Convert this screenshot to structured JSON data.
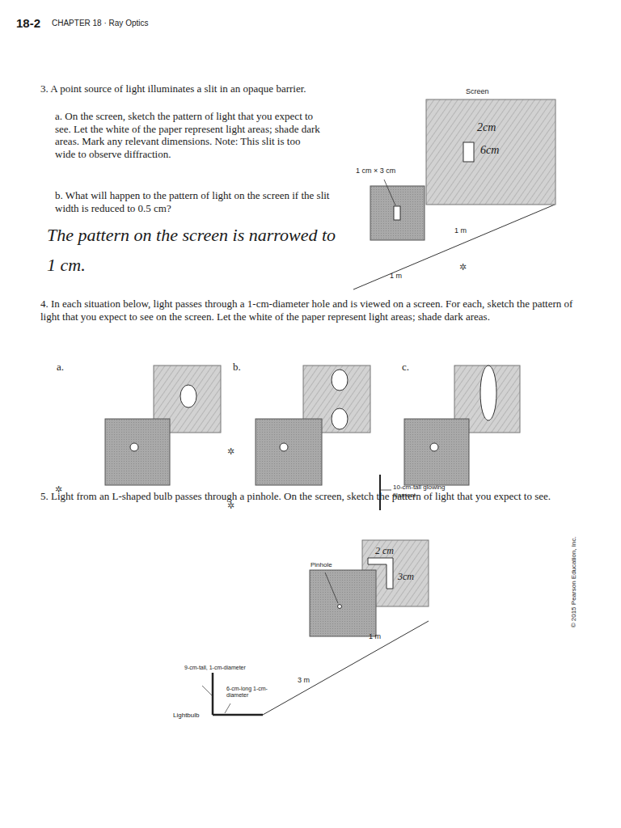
{
  "diagram": {
    "labels": [
      "18-2",
      "CHAPTER 18 · Ray Optics",
      "3. A point source of light illuminates a slit in an opaque barrier.",
      "a. On the screen, sketch the pattern of light that you expect to see. Let the white of the paper represent light areas; shade dark areas. Mark any relevant dimensions. Note: This slit is too wide to observe diffraction.",
      "b. What will happen to the pattern of light on the screen if the slit width is reduced to 0.5 cm?",
      "The pattern on the screen is narrowed to 1 cm.",
      "Screen",
      "2cm",
      "6cm",
      "1 cm × 3 cm",
      "1 m",
      "1 m",
      "4. In each situation below, light passes through a 1-cm-diameter hole and is viewed on a screen. For each, sketch the pattern of light that you expect to see on the screen. Let the white of the paper represent light areas; shade dark areas.",
      "a.",
      "b.",
      "c.",
      "10-cm-tall glowing filament",
      "5. Light from an L-shaped bulb passes through a pinhole. On the screen, sketch the pattern of light that you expect to see.",
      "Pinhole",
      "2 cm",
      "3cm",
      "1 m",
      "3 m",
      "9-cm-tall, 1-cm-diameter",
      "6-cm-long 1-cm-diameter",
      "Lightbulb",
      "© 2015 Pearson Education, Inc."
    ]
  }
}
